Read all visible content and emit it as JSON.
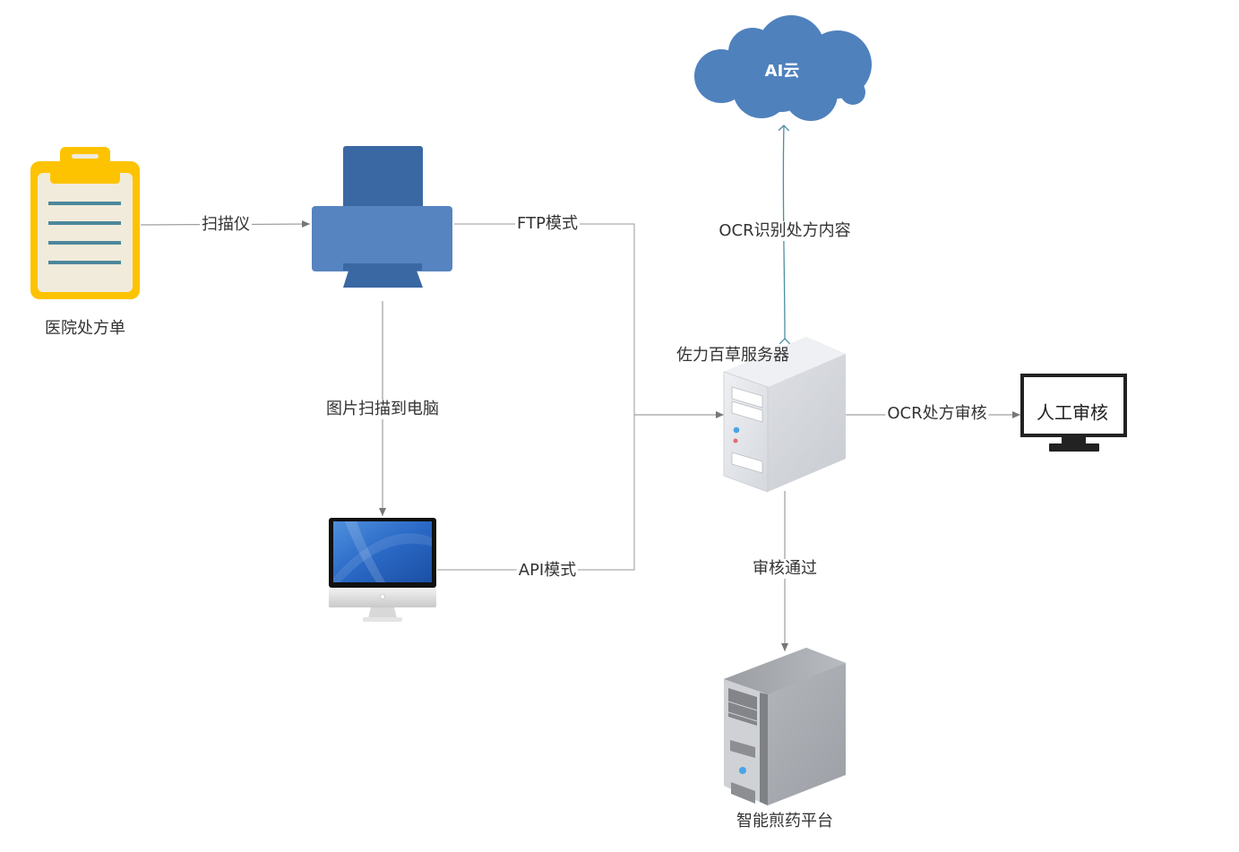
{
  "diagram": {
    "nodes": {
      "prescription": {
        "label": "医院处方单",
        "icon": "clipboard-icon"
      },
      "scanner": {
        "label": "",
        "icon": "printer-icon"
      },
      "computer": {
        "label": "",
        "icon": "desktop-computer-icon"
      },
      "ai_cloud": {
        "label": "AI云",
        "icon": "cloud-icon"
      },
      "main_server": {
        "label": "佐力百草服务器",
        "icon": "server-icon"
      },
      "manual_review": {
        "label": "人工审核",
        "icon": "monitor-icon"
      },
      "decoction_platform": {
        "label": "智能煎药平台",
        "icon": "server-tower-icon"
      }
    },
    "edges": {
      "scan": {
        "label": "扫描仪",
        "from": "prescription",
        "to": "scanner"
      },
      "ftp": {
        "label": "FTP模式",
        "from": "scanner",
        "to": "main_server"
      },
      "scan_to_pc": {
        "label": "图片扫描到电脑",
        "from": "scanner",
        "to": "computer"
      },
      "api": {
        "label": "API模式",
        "from": "computer",
        "to": "main_server"
      },
      "ocr": {
        "label": "OCR识别处方内容",
        "from": "main_server",
        "to": "ai_cloud",
        "bidirectional": true
      },
      "ocr_review": {
        "label": "OCR处方审核",
        "from": "main_server",
        "to": "manual_review"
      },
      "approved": {
        "label": "审核通过",
        "from": "main_server",
        "to": "decoction_platform"
      }
    },
    "colors": {
      "connector": "#888888",
      "ocr_connector": "#4a8fa0",
      "cloud": "#4f81bd",
      "printer_light": "#5684c0",
      "printer_dark": "#3a68a3",
      "clipboard": "#fdc300",
      "clipboard_paper": "#f1ebdb",
      "clipboard_lines": "#4c879b"
    }
  }
}
